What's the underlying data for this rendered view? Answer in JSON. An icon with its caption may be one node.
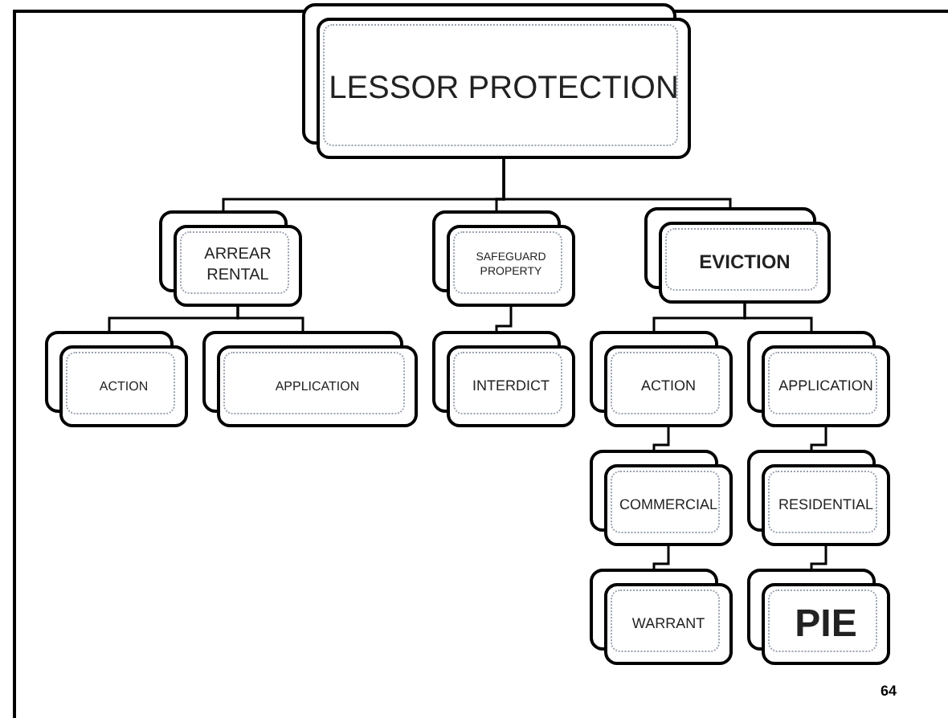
{
  "diagram": {
    "nodes": [
      {
        "text": [
          "LESSOR PROTECTION"
        ]
      },
      {
        "text": [
          "ARREAR RENTAL"
        ]
      },
      {
        "text": [
          "SAFEGUARD PROPERTY"
        ]
      },
      {
        "text": [
          "EVICTION"
        ]
      },
      {
        "text": [
          "ACTION"
        ]
      },
      {
        "text": [
          "APPLICATION"
        ]
      },
      {
        "text": [
          "INTERDICT"
        ]
      },
      {
        "text": [
          "ACTION"
        ]
      },
      {
        "text": [
          "APPLICATION"
        ]
      },
      {
        "text": [
          "COMMERCIAL"
        ]
      },
      {
        "text": [
          "RESIDENTIAL"
        ]
      },
      {
        "text": [
          "WARRANT"
        ]
      },
      {
        "text": [
          "PIE"
        ]
      }
    ],
    "edges": [
      {
        "from": 0,
        "to": 1,
        "arrow": "none"
      },
      {
        "from": 0,
        "to": 2,
        "arrow": "none"
      },
      {
        "from": 0,
        "to": 3,
        "arrow": "none"
      },
      {
        "from": 1,
        "to": 4,
        "arrow": "none"
      },
      {
        "from": 1,
        "to": 5,
        "arrow": "none"
      },
      {
        "from": 2,
        "to": 6,
        "arrow": "none"
      },
      {
        "from": 3,
        "to": 7,
        "arrow": "none"
      },
      {
        "from": 3,
        "to": 8,
        "arrow": "none"
      },
      {
        "from": 7,
        "to": 9,
        "arrow": "none"
      },
      {
        "from": 8,
        "to": 10,
        "arrow": "none"
      },
      {
        "from": 9,
        "to": 11,
        "arrow": "none"
      },
      {
        "from": 10,
        "to": 12,
        "arrow": "none"
      }
    ],
    "labels": [
      "64"
    ]
  }
}
